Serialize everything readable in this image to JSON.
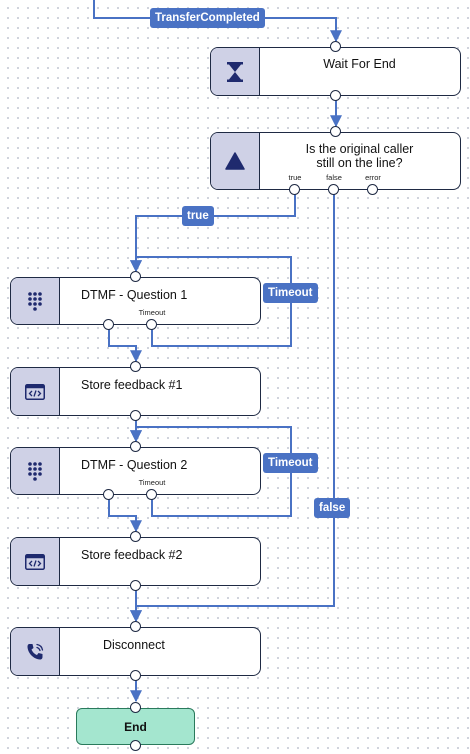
{
  "colors": {
    "wire": "#4a72c4",
    "node_border": "#1f2a44",
    "icon_bg": "#cfd1e6",
    "icon_fg": "#1f2a6e",
    "end_bg": "#a4e6cf"
  },
  "edges": {
    "transfer_completed": "TransferCompleted",
    "true_label": "true",
    "false_label": "false",
    "timeout1": "Timeout",
    "timeout2": "Timeout"
  },
  "nodes": {
    "wait": {
      "title": "Wait For End",
      "icon": "hourglass-icon"
    },
    "check": {
      "title_line1": "Is the original caller",
      "title_line2": "still on the line?",
      "icon": "triangle-icon",
      "ports": {
        "true": "true",
        "false": "false",
        "error": "error"
      }
    },
    "dtmf1": {
      "title": "DTMF - Question 1",
      "icon": "keypad-icon",
      "port_timeout": "Timeout"
    },
    "store1": {
      "title": "Store feedback #1",
      "icon": "code-window-icon"
    },
    "dtmf2": {
      "title": "DTMF - Question 2",
      "icon": "keypad-icon",
      "port_timeout": "Timeout"
    },
    "store2": {
      "title": "Store feedback #2",
      "icon": "code-window-icon"
    },
    "disconnect": {
      "title": "Disconnect",
      "icon": "phone-icon"
    },
    "end": {
      "title": "End"
    }
  }
}
